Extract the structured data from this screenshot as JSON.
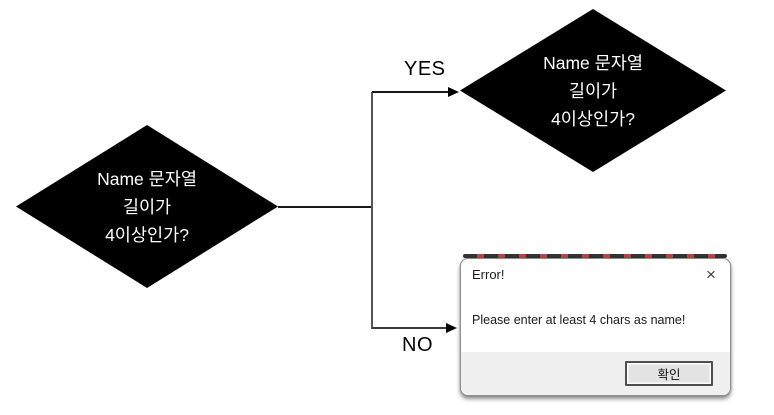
{
  "figure": {
    "type": "flowchart",
    "background": "#ffffff",
    "nodes": {
      "decision_left": {
        "shape": "diamond",
        "text": "Name 문자열\n길이가\n4이상인가?",
        "fill": "#000000",
        "text_color": "#ffffff"
      },
      "decision_top": {
        "shape": "diamond",
        "text": "Name 문자열\n길이가\n4이상인가?",
        "fill": "#000000",
        "text_color": "#ffffff"
      }
    },
    "edges": {
      "yes_label": "YES",
      "no_label": "NO",
      "line_color": "#3a3a3a",
      "arrow_color": "#000000"
    }
  },
  "dialog": {
    "title": "Error!",
    "close_icon": "×",
    "message": "Please enter at least 4 chars as name!",
    "ok_button": "확인",
    "colors": {
      "body_bg": "#ffffff",
      "footer_bg": "#f0f0f0",
      "border": "#8f8f8f",
      "button_bg": "#e3e3e3",
      "button_border": "#4f4f4f",
      "title_color": "#1a1a1a",
      "message_color": "#1b1b1b",
      "artifact_red": "#a63431"
    }
  }
}
